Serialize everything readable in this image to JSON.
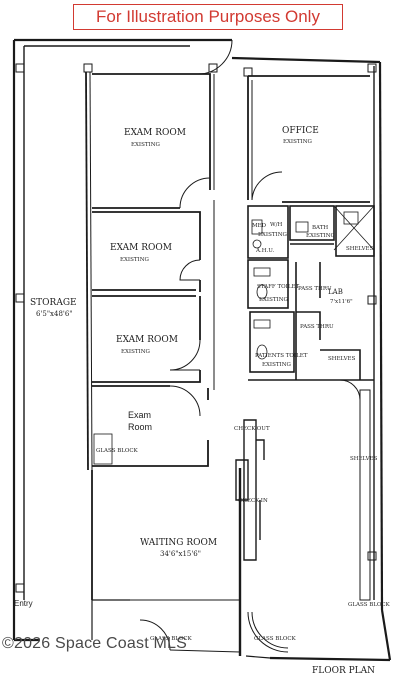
{
  "banner": {
    "text": "For Illustration Purposes Only",
    "color": "#d23a32"
  },
  "watermark": {
    "text": "©2026 Space Coast MLS"
  },
  "floorplan": {
    "rooms": {
      "exam_1": {
        "name": "EXAM ROOM",
        "note": "EXISTING"
      },
      "office": {
        "name": "OFFICE",
        "note": "EXISTING"
      },
      "exam_2": {
        "name": "EXAM ROOM",
        "note": "EXISTING"
      },
      "exam_3": {
        "name": "EXAM ROOM",
        "note": "EXISTING"
      },
      "exam_4": {
        "name": "Exam",
        "note": "Room"
      },
      "storage": {
        "name": "STORAGE",
        "size": "6'5\"x48'6\""
      },
      "med": {
        "name": "MED",
        "note": "EXISTING"
      },
      "bath": {
        "name": "BATH",
        "note": "EXISTING"
      },
      "staff_toilet": {
        "name": "STAFF TOILET",
        "note": "EXISTING"
      },
      "lab": {
        "name": "LAB",
        "size": "7'x11'6\""
      },
      "patients_toilet": {
        "name": "PATIENTS TOILET",
        "note": "EXISTING"
      },
      "waiting": {
        "name": "WAITING ROOM",
        "size": "34'6\"x15'6\""
      }
    },
    "labels": {
      "shelves_1": "SHELVES",
      "shelves_2": "SHELVES",
      "shelves_3": "SHELVES",
      "wh": "W/H",
      "ahu": "A.H.U.",
      "pass_thru_1": "PASS THRU",
      "pass_thru_2": "PASS THRU",
      "checkout": "CHECK-OUT",
      "checkin": "CHECK-IN",
      "glass_block_1": "GLASS BLOCK",
      "glass_block_2": "GLASS BLOCK",
      "glass_block_3": "GLASS BLOCK",
      "glass_block_4": "GLASS BLOCK",
      "entry": "Entry",
      "floor_plan": "FLOOR PLAN"
    }
  }
}
